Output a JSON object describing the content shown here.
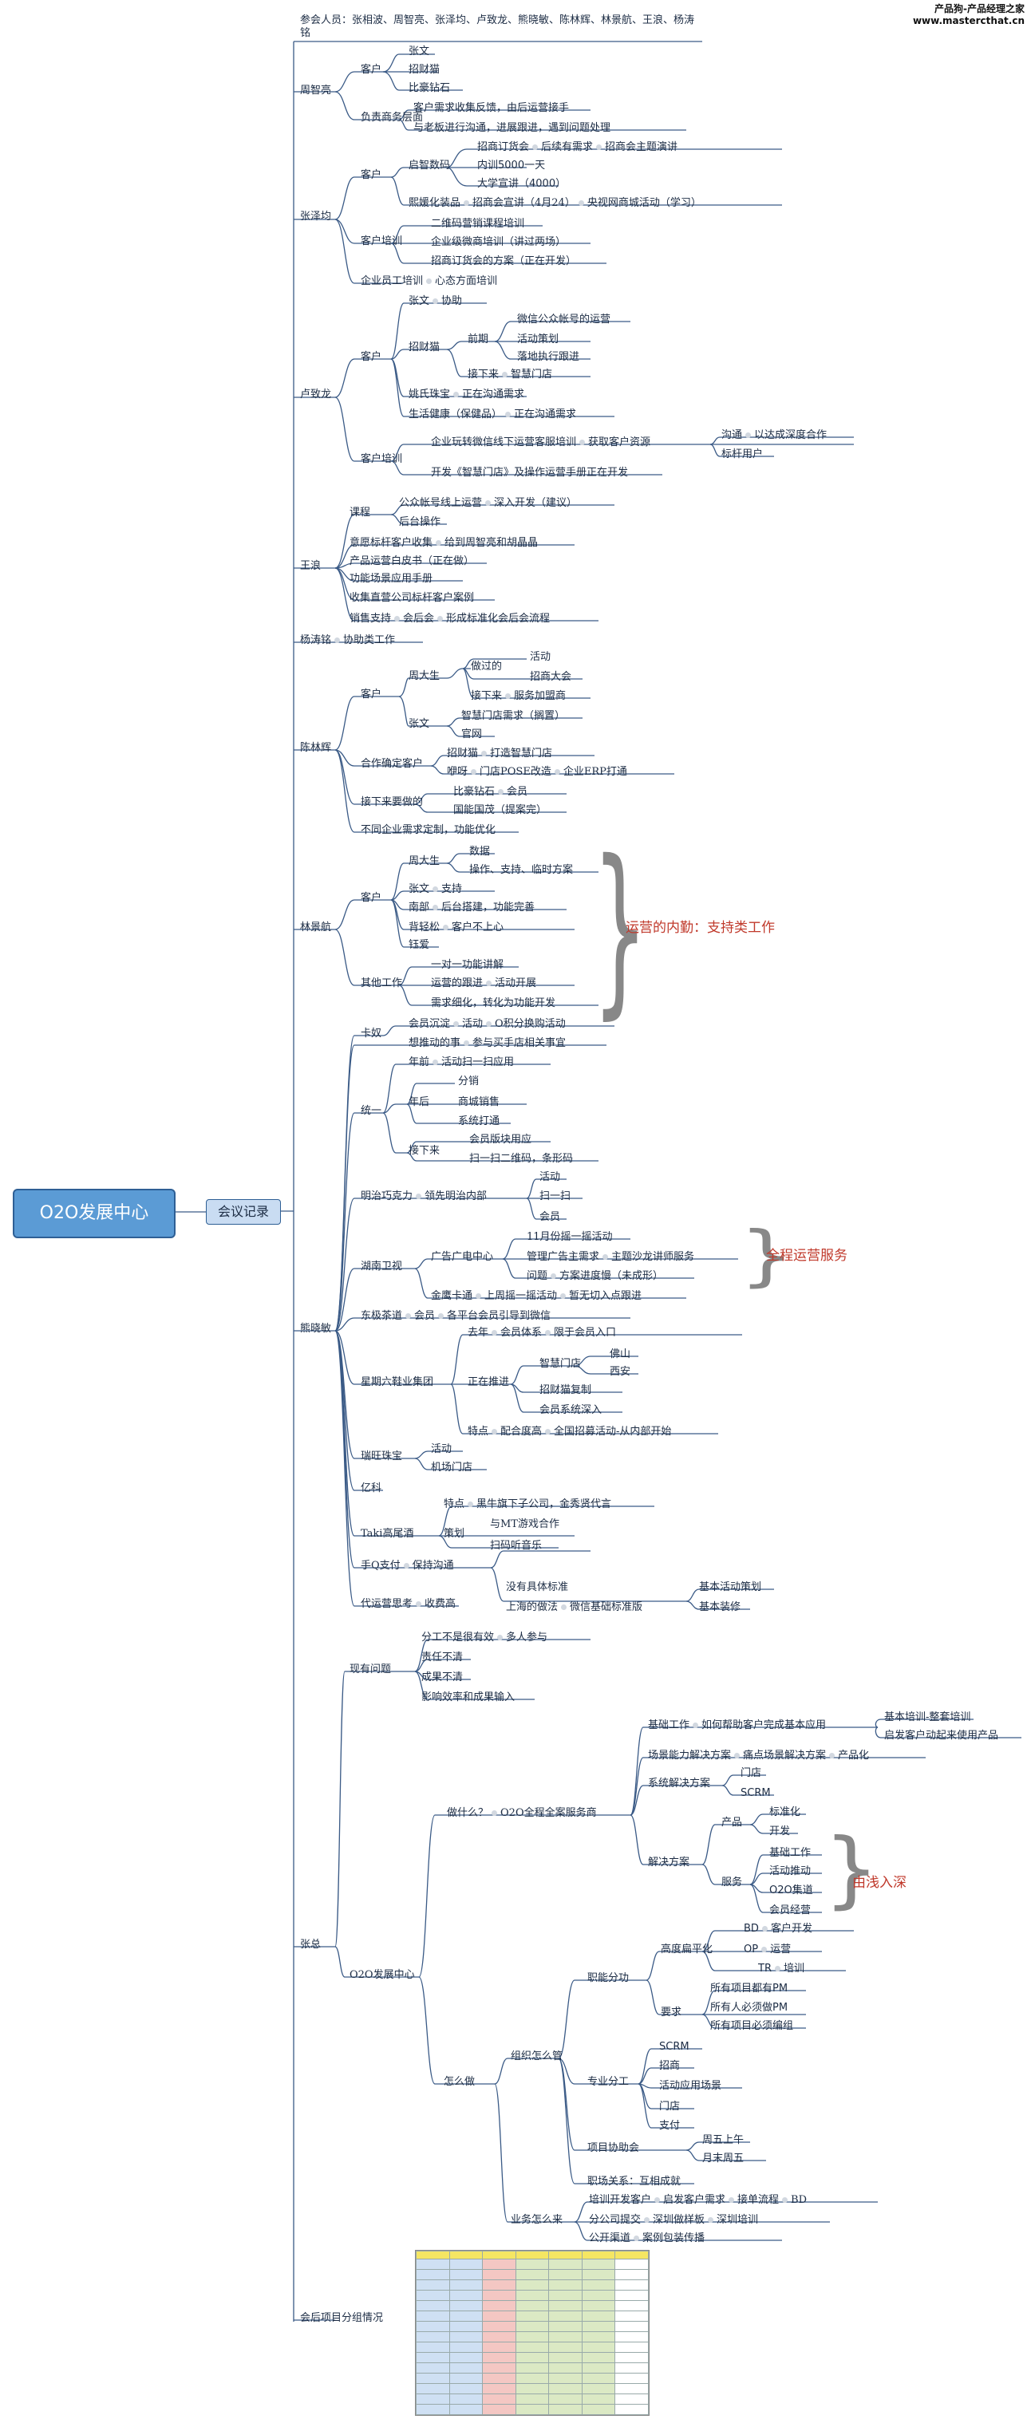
{
  "watermark": {
    "line1": "产品狗-产品经理之家",
    "line2": "www.mastercthat.cn"
  },
  "root": "O2O发展中心",
  "meeting": "会议记录",
  "attendees": "参会人员：张相波、周智亮、张泽均、卢致龙、熊晓敏、陈林辉、林景航、王浪、杨涛铭",
  "zhou": {
    "name": "周智亮",
    "kehu": "客户",
    "zhangwen": "张文",
    "zhaocaimao": "招财猫",
    "bihaozuanshi": "比豪钻石",
    "fuze": "负责商务层面",
    "demand": "客户需求收集反馈，由后运营接手",
    "boss": "与老板进行沟通，进展跟进，遇到问题处理"
  },
  "zhangze": {
    "name": "张泽均",
    "kehu": "客户",
    "qizhi": "启智数码",
    "zhaoshang": "招商订货会",
    "yuanyou": "后续有需求",
    "zhaoshanghui": "招商会主题演讲",
    "neixun": "内训5000一天",
    "dazhong": "大学宣讲（4000）",
    "xirui": "熙媛化装品",
    "zhaoshangxuan": "招商会宣讲（4月24）",
    "yangshi": "央视网商城活动（学习）",
    "peixun": "客户培训",
    "erwei": "二维码营销课程培训",
    "qiye": "企业级微商培训（讲过两场）",
    "zhaoshangfang": "招商订货会的方案（正在开发）",
    "yuangong": "企业员工培训",
    "xinli": "心态方面培训"
  },
  "lu": {
    "name": "卢致龙",
    "kehu": "客户",
    "zhangwen": "张文",
    "xiezhu": "协助",
    "zhaocaimao": "招财猫",
    "qianqi": "前期",
    "weixin": "微信公众帐号的运营",
    "huodong": "活动策划",
    "luodi": "落地执行跟进",
    "jiexialai": "接下来",
    "zhihui": "智慧门店",
    "yaoshi": "姚氏珠宝",
    "goutong": "正在沟通需求",
    "shenghuo": "生活健康（保健品）",
    "goutong2": "正在沟通需求",
    "peixun": "客户培训",
    "qiyewan": "企业玩转微信线下运营客服培训",
    "huoqu": "获取客户资源",
    "goutong3": "沟通",
    "yiqian": "以达成深度合作",
    "biaogan": "标杆用户",
    "kaifa": "开发《智慧门店》及操作运营手册正在开发"
  },
  "wang": {
    "name": "王浪",
    "kecheng": "课程",
    "gongzhong": "公众帐号线上运营",
    "shenru": "深入开发（建议）",
    "houtai": "后台操作",
    "yixiang": "意愿标杆客户收集",
    "zhou": "给到周智亮和胡晶晶",
    "chanpin": "产品运营白皮书（正在做）",
    "gongneng": "功能场景应用手册",
    "shouji": "收集直营公司标杆客户案例",
    "xiaoshou": "销售支持",
    "huihouhui": "会后会",
    "xingcheng": "形成标准化会后会流程"
  },
  "yang": {
    "name": "杨涛铭",
    "xiezhu": "协助类工作"
  },
  "chen": {
    "name": "陈林辉",
    "kehu": "客户",
    "zhoudasheng": "周大生",
    "zuoguode": "做过的",
    "huodong": "活动",
    "zhaoshang": "招商大会",
    "jiexialai": "接下来",
    "fuwu": "服务加盟商",
    "zhangwen": "张文",
    "zhihuimen": "智慧门店需求（搁置）",
    "guanwang": "官网",
    "hezuo": "合作确定客户",
    "zhaocaimao": "招财猫",
    "dazao": "打造智慧门店",
    "mouya": "咿呀",
    "mendian": "门店POSE改造",
    "qiye": "企业ERP打通",
    "jiexialaiyao": "接下来要做的",
    "bihao": "比豪钻石",
    "huiyuan": "会员",
    "guoneng": "国能国茂（提案完）",
    "butong": "不同企业需求定制，功能优化"
  },
  "lin": {
    "name": "林景航",
    "kehu": "客户",
    "zhoudasheng": "周大生",
    "shuju": "数据",
    "caozuo": "操作、支持、临时方案",
    "zhangwen": "张文",
    "zhichi": "支持",
    "nanbu": "南部",
    "houtai": "后台搭建，功能完善",
    "beiqingsong": "背轻松",
    "kehu2": "客户不上心",
    "yuai": "钰爱",
    "qita": "其他工作",
    "yidui": "一对一功能讲解",
    "yunying": "运营的跟进",
    "huodong": "活动开展",
    "xuqiu": "需求细化，转化为功能开发",
    "note": "运营的内勤：支持类工作"
  },
  "xiong": {
    "name": "熊晓敏",
    "kanu": "卡奴",
    "huiyuan": "会员沉淀",
    "huodong": "活动",
    "ojifen": "O积分换购活动",
    "xiangtui": "想推动的事",
    "canyu": "参与买手店相关事宜",
    "tongyi": "统一",
    "niandi": "年前",
    "huodongsao": "活动扫一扫应用",
    "nianhou": "年后",
    "fenxiao": "分销",
    "shangcheng": "商城销售",
    "xitong": "系统打通",
    "jiexialai": "接下来",
    "huiyuanban": "会员版块用应",
    "saoyisao": "扫一扫二维码，条形码",
    "mingqiao": "明治巧克力",
    "lingxian": "领先明治内部",
    "huodong2": "活动",
    "saosao": "扫一扫",
    "huiyuan2": "会员",
    "hunan": "湖南卫视",
    "guangguang": "广告广电中心",
    "yueshou": "11月份摇一摇活动",
    "guanli": "管理广告主需求",
    "zhuti": "主题沙龙讲师服务",
    "wenti": "问题",
    "fangan": "方案进度慢（未成形）",
    "jinying": "金鹰卡通",
    "shangzhou": "上周摇一摇活动",
    "zanwu": "暂无切入点跟进",
    "dongji": "东极茶道",
    "huiyuan3": "会员",
    "gepingtai": "各平台会员引导到微信",
    "note": "全程运营服务",
    "xingqi": "星期六鞋业集团",
    "qunian": "去年",
    "huiyuantixi": "会员体系",
    "xianyu": "限于会员入口",
    "zhengzai": "正在推进",
    "zhihuimen": "智慧门店",
    "foshan": "佛山",
    "xian": "西安",
    "zhaocai": "招财猫复制",
    "huiyuanxi": "会员系统深入",
    "tedian": "特点",
    "peihe": "配合度高",
    "quanguo": "全国招募活动-从内部开始",
    "ruiwang": "瑞旺珠宝",
    "huodong4": "活动",
    "jichang": "机场门店",
    "yike": "亿科",
    "taki": "Taki高尾酒",
    "tedian2": "特点",
    "heimao": "黑牛旗下子公司，金秀贤代言",
    "cehua": "策划",
    "yumt": "与MT游戏合作",
    "saoma": "扫码听音乐",
    "shouq": "手Q支付",
    "baochi": "保持沟通",
    "daiyun": "代运营思考",
    "shoufei": "收费高",
    "meiyou": "没有具体标准",
    "shanghai": "上海的做法",
    "weixinjichu": "微信基础标准版",
    "jibenhuo": "基本活动策划",
    "jibenzhuang": "基本装修"
  },
  "zhangzong": {
    "name": "张总",
    "xianyou": "现有问题",
    "fengong": "分工不是很有效",
    "duoren": "多人参与",
    "zeren": "责任不清",
    "chengguo": "成果不清",
    "yingxiang": "影响效率和成果输入",
    "o2ofa": "O2O发展中心",
    "zuoshenme": "做什么？",
    "o2oquan": "O2O全程全案服务商",
    "jichugong": "基础工作",
    "ruhe": "如何帮助客户完成基本应用",
    "jibenpei": "基本培训-整套培训",
    "qifa": "启发客户动起来使用产品",
    "changjing": "场景能力解决方案",
    "yanjiu": "痛点场景解决方案",
    "chanpinhua": "产品化",
    "xitongjie": "系统解决方案",
    "mendian": "门店",
    "scrm": "SCRM",
    "jiejue": "解决方案",
    "chanpin": "产品",
    "biaozhun": "标准化",
    "kaifa": "开发",
    "fuwu": "服务",
    "jichu": "基础工作",
    "huodongtui": "活动推动",
    "o2oyun": "O2O集道",
    "huiyuanjing": "会员经营",
    "youqian": "由浅入深",
    "zenmezuo": "怎么做",
    "zuzhi": "组织怎么管",
    "zhineng": "职能分功",
    "gaoxiao": "高度扁平化",
    "bd": "BD",
    "kehukaifa": "客户开发",
    "op": "OP",
    "yunying": "运营",
    "tr": "TR",
    "peixun": "培训",
    "yaoqiu": "要求",
    "suoyouxiangmu": "所有项目都有PM",
    "suoyouren": "所有人必须做PM",
    "suoyouxiang2": "所有项目必须编组",
    "zhuanye": "专业分工",
    "scrm2": "SCRM",
    "zhaoshang": "招商",
    "huodongying": "活动应用场景",
    "mendian2": "门店",
    "zhifu": "支付",
    "xiangmu": "项目协助会",
    "zhouwu": "周五上午",
    "yuemo": "月末周五",
    "zhize": "职场关系：互相成就",
    "yewu": "业务怎么来",
    "peixunkai": "培训开发客户",
    "qifa2": "启发客户需求",
    "jiedan": "接单流程",
    "bd2": "BD",
    "fengongsi": "分公司提交",
    "shenrucao": "深圳做样板",
    "shenrupei": "深圳培训",
    "gongkai": "公开渠道",
    "anli": "案例包装传播",
    "huihou": "会后项目分组情况"
  }
}
